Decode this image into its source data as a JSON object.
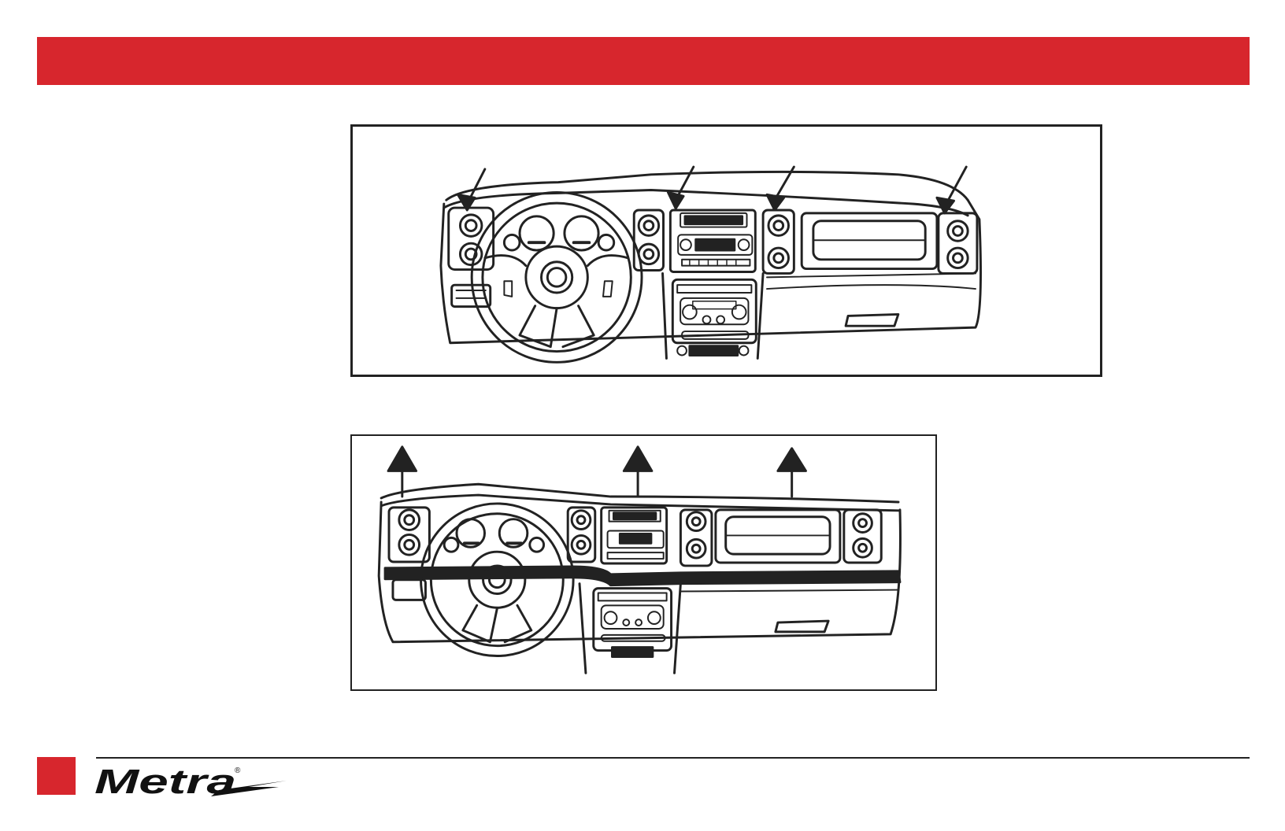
{
  "header": {
    "band_color": "#d7262d"
  },
  "figures": [
    {
      "id": "fig1",
      "subject": "dashboard-line-drawing",
      "arrows": 4,
      "arrow_direction": "down-left"
    },
    {
      "id": "fig2",
      "subject": "dashboard-line-drawing",
      "arrows": 3,
      "arrow_direction": "up"
    }
  ],
  "footer": {
    "accent_color": "#d7262d",
    "logo_text": "Metra",
    "logo_mark": "®"
  }
}
